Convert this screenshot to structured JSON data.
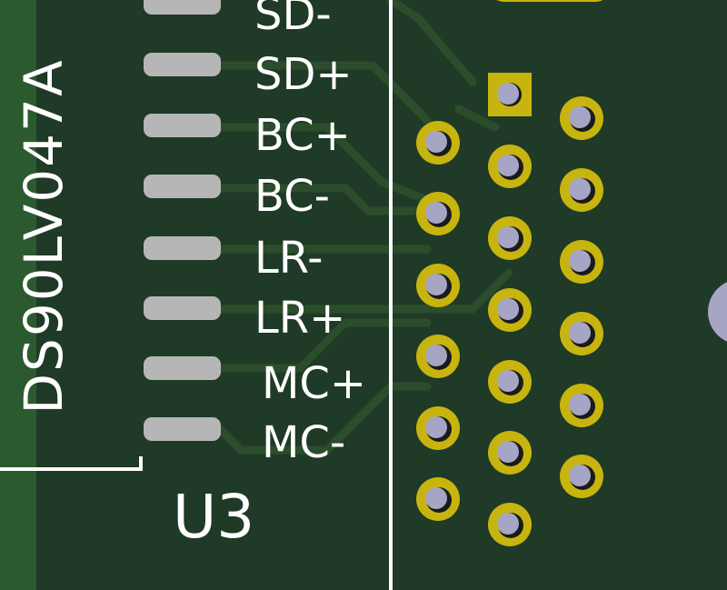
{
  "component": {
    "part_number": "DS90LV047A",
    "reference": "U3",
    "pin_labels": [
      "SD-",
      "SD+",
      "BC+",
      "BC-",
      "LR-",
      "LR+",
      "MC+",
      "MC-"
    ]
  },
  "colors": {
    "board": "#1f3a26",
    "board_light": "#2c5a2f",
    "trace": "#2b4d2c",
    "pad_smd": "#b6b6b6",
    "ring": "#c8b40e",
    "drill": "#a6a6c4",
    "silkscreen": "#ffffff"
  }
}
